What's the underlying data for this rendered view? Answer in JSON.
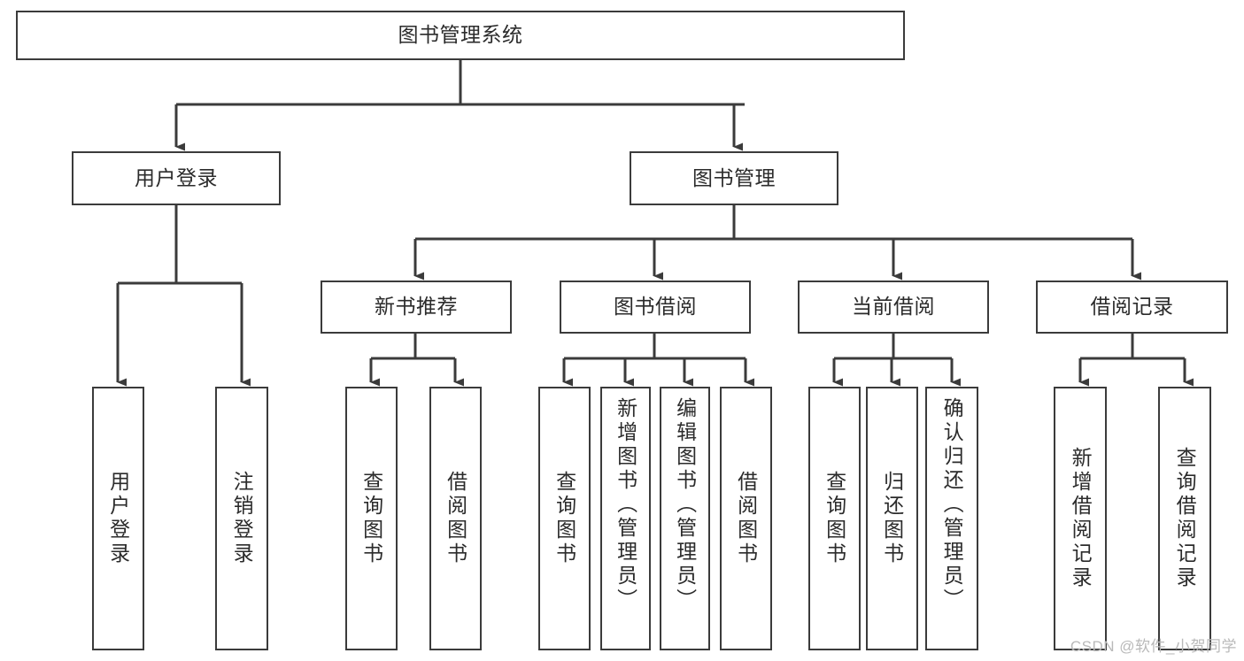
{
  "diagram": {
    "title": "图书管理系统",
    "type": "tree",
    "orientation": "top-down",
    "style": {
      "box_border": "#3b3b3b",
      "box_fill": "#ffffff",
      "text_color": "#2b2b2b",
      "connector_color": "#3b3b3b",
      "background": "#ffffff"
    }
  },
  "nodes": {
    "root": {
      "id": "root",
      "label": "图书管理系统",
      "level": 1,
      "text_direction": "horizontal"
    },
    "l2": [
      {
        "id": "user-login",
        "label": "用户登录",
        "level": 2,
        "text_direction": "horizontal"
      },
      {
        "id": "book-manage",
        "label": "图书管理",
        "level": 2,
        "text_direction": "horizontal"
      }
    ],
    "l3": [
      {
        "id": "new-book-recommend",
        "label": "新书推荐",
        "level": 3,
        "text_direction": "horizontal"
      },
      {
        "id": "book-borrow",
        "label": "图书借阅",
        "level": 3,
        "text_direction": "horizontal"
      },
      {
        "id": "current-borrow",
        "label": "当前借阅",
        "level": 3,
        "text_direction": "horizontal"
      },
      {
        "id": "borrow-record",
        "label": "借阅记录",
        "level": 3,
        "text_direction": "horizontal"
      }
    ],
    "leaves": [
      {
        "id": "leaf-user-login",
        "label": "用户登录",
        "parent": "user-login",
        "level": 3,
        "text_direction": "vertical"
      },
      {
        "id": "leaf-logout",
        "label": "注销登录",
        "parent": "user-login",
        "level": 3,
        "text_direction": "vertical"
      },
      {
        "id": "leaf-query-book-1",
        "label": "查询图书",
        "parent": "new-book-recommend",
        "level": 4,
        "text_direction": "vertical"
      },
      {
        "id": "leaf-borrow-book-1",
        "label": "借阅图书",
        "parent": "new-book-recommend",
        "level": 4,
        "text_direction": "vertical"
      },
      {
        "id": "leaf-query-book-2",
        "label": "查询图书",
        "parent": "book-borrow",
        "level": 4,
        "text_direction": "vertical"
      },
      {
        "id": "leaf-add-book",
        "label": "新增图书（管理员）",
        "parent": "book-borrow",
        "level": 4,
        "text_direction": "vertical"
      },
      {
        "id": "leaf-edit-book",
        "label": "编辑图书（管理员）",
        "parent": "book-borrow",
        "level": 4,
        "text_direction": "vertical"
      },
      {
        "id": "leaf-borrow-book-2",
        "label": "借阅图书",
        "parent": "book-borrow",
        "level": 4,
        "text_direction": "vertical"
      },
      {
        "id": "leaf-query-book-3",
        "label": "查询图书",
        "parent": "current-borrow",
        "level": 4,
        "text_direction": "vertical"
      },
      {
        "id": "leaf-return-book",
        "label": "归还图书",
        "parent": "current-borrow",
        "level": 4,
        "text_direction": "vertical"
      },
      {
        "id": "leaf-confirm-return",
        "label": "确认归还（管理员）",
        "parent": "current-borrow",
        "level": 4,
        "text_direction": "vertical"
      },
      {
        "id": "leaf-add-record",
        "label": "新增借阅记录",
        "parent": "borrow-record",
        "level": 4,
        "text_direction": "vertical"
      },
      {
        "id": "leaf-query-record",
        "label": "查询借阅记录",
        "parent": "borrow-record",
        "level": 4,
        "text_direction": "vertical"
      }
    ]
  },
  "watermark": {
    "text": "CSDN @软件_小贺同学",
    "color": "#b9b9b9"
  }
}
